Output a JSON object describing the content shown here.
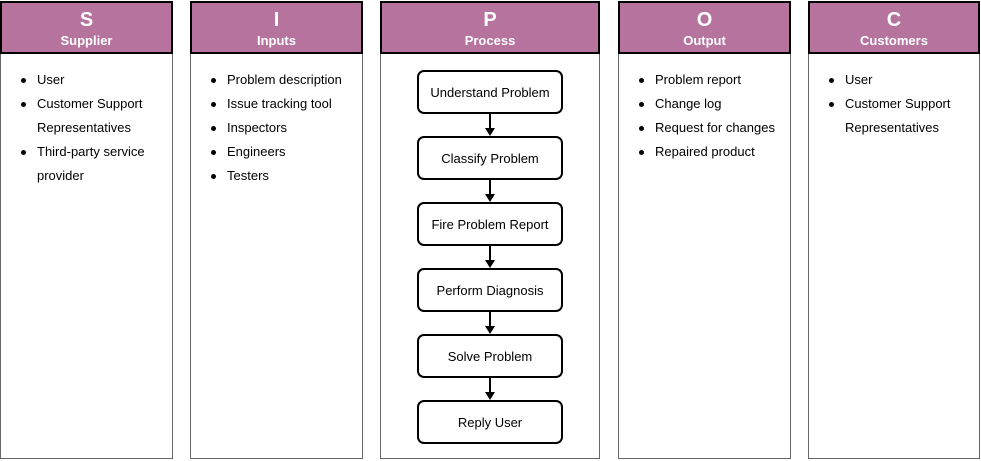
{
  "colors": {
    "header_fill": "#b5739e",
    "header_text": "#ffffff",
    "border_color": "#000000",
    "body_border_color": "#666666",
    "text_color": "#000000",
    "box_fill": "#ffffff"
  },
  "columns": [
    {
      "letter": "S",
      "title": "Supplier",
      "items": [
        "User",
        "Customer Support Representatives",
        "Third-party service provider"
      ]
    },
    {
      "letter": "I",
      "title": "Inputs",
      "items": [
        "Problem description",
        "Issue tracking tool",
        "Inspectors",
        "Engineers",
        "Testers"
      ]
    },
    {
      "letter": "P",
      "title": "Process",
      "steps": [
        "Understand Problem",
        "Classify Problem",
        "Fire Problem Report",
        "Perform Diagnosis",
        "Solve Problem",
        "Reply User"
      ]
    },
    {
      "letter": "O",
      "title": "Output",
      "items": [
        "Problem report",
        "Change log",
        "Request for changes",
        "Repaired product"
      ]
    },
    {
      "letter": "C",
      "title": "Customers",
      "items": [
        "User",
        "Customer Support Representatives"
      ]
    }
  ]
}
